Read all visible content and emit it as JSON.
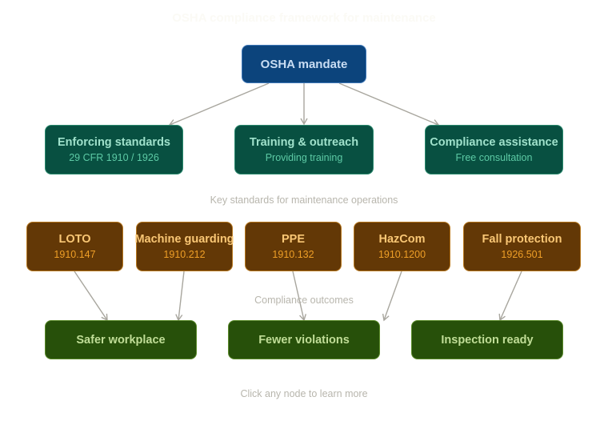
{
  "title": "OSHA compliance framework for maintenance",
  "section_labels": {
    "standards": "Key standards for maintenance operations",
    "outcomes": "Compliance outcomes",
    "footer": "Click any node to learn more"
  },
  "colors": {
    "mandate_fill": "#0c447c",
    "pillar_fill": "#085041",
    "standard_fill": "#633806",
    "outcome_fill": "#27500a",
    "edge": "#a8a69e"
  },
  "nodes": {
    "mandate": {
      "name": "OSHA mandate"
    },
    "pillars": [
      {
        "name": "Enforcing standards",
        "sub": "29 CFR 1910 / 1926"
      },
      {
        "name": "Training & outreach",
        "sub": "Providing training"
      },
      {
        "name": "Compliance assistance",
        "sub": "Free consultation"
      }
    ],
    "standards": [
      {
        "name": "LOTO",
        "sub": "1910.147"
      },
      {
        "name": "Machine guarding",
        "sub": "1910.212"
      },
      {
        "name": "PPE",
        "sub": "1910.132"
      },
      {
        "name": "HazCom",
        "sub": "1910.1200"
      },
      {
        "name": "Fall protection",
        "sub": "1926.501"
      }
    ],
    "outcomes": [
      {
        "name": "Safer workplace"
      },
      {
        "name": "Fewer violations"
      },
      {
        "name": "Inspection ready"
      }
    ]
  },
  "edges": [
    {
      "from": "OSHA mandate",
      "to": "Enforcing standards"
    },
    {
      "from": "OSHA mandate",
      "to": "Training & outreach"
    },
    {
      "from": "OSHA mandate",
      "to": "Compliance assistance"
    },
    {
      "from": "LOTO",
      "to": "Safer workplace"
    },
    {
      "from": "Machine guarding",
      "to": "Safer workplace"
    },
    {
      "from": "PPE",
      "to": "Fewer violations"
    },
    {
      "from": "HazCom",
      "to": "Fewer violations"
    },
    {
      "from": "Fall protection",
      "to": "Inspection ready"
    }
  ]
}
